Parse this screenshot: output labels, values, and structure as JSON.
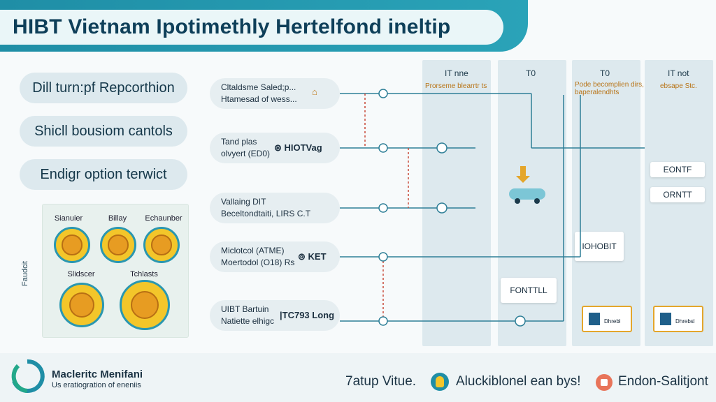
{
  "header": {
    "title": "HIBT Vietnam Ipotimethly Hertelfond ineltip"
  },
  "left_pills": [
    {
      "label": "Dill turn:pf Repcorthion"
    },
    {
      "label": "Shicll bousiom cantols"
    },
    {
      "label": "Endigr option terwict"
    }
  ],
  "coins": {
    "side_label": "Faudcit",
    "items": [
      {
        "label": "Sianuier"
      },
      {
        "label": "Billay"
      },
      {
        "label": "Echaunber"
      },
      {
        "label": "Slidscer"
      },
      {
        "label": "Tchlasts"
      }
    ]
  },
  "middle_items": [
    {
      "line1": "Cltaldsme Saled;p...",
      "line2": "Htamesad of wess...",
      "icon": ""
    },
    {
      "line1": "Tand plas",
      "line2": "olvyert (ED0)",
      "icon": "⊛ HIOTVag"
    },
    {
      "line1": "Vallaing  DIT",
      "line2": "Beceltondtaiti, LIRS C.T",
      "icon": ""
    },
    {
      "line1": "Miclotcol (ATME)",
      "line2": "Moertodol (O18) Rs",
      "icon": "⊚ KET"
    },
    {
      "line1": "UIBT Bartuin",
      "line2": "Natiette elhigc",
      "icon": "|TC793 Long"
    }
  ],
  "columns": [
    {
      "head": "IT nne",
      "sub": "Prorseme blearrtr ts"
    },
    {
      "head": "T0",
      "sub": ""
    },
    {
      "head": "T0",
      "sub": "Pode becomplien dirs,\nbaperalendhts"
    },
    {
      "head": "IT not",
      "sub": "ebsape Stc."
    }
  ],
  "cards": [
    {
      "text": "IOHOBIT"
    },
    {
      "text": "FONTTLL"
    },
    {
      "text": "EONTF"
    },
    {
      "text": "ORNTT"
    }
  ],
  "tickets": [
    {
      "text": "Dhrebl"
    },
    {
      "text": "Dhrebsl"
    }
  ],
  "footer": {
    "brand": "Macleritc Menifani",
    "tagline": "Us eratiogration of eneniis",
    "item1": "7atup Vitue.",
    "item2": "Aluckiblonel ean bys!",
    "item3": "Endon-Salitjont"
  },
  "colors": {
    "accent": "#1f8ea6",
    "connector": "#2e7f97",
    "dashed": "#c94a3a"
  }
}
